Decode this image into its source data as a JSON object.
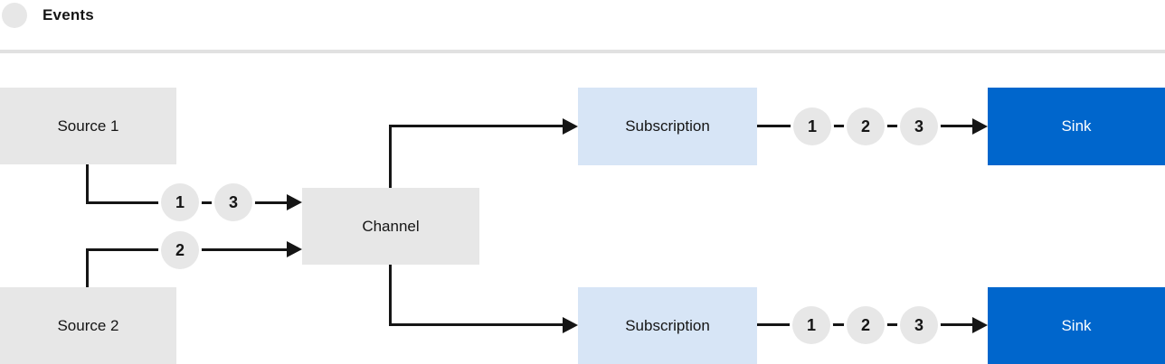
{
  "legend": {
    "label": "Events"
  },
  "nodes": {
    "source1": {
      "label": "Source 1",
      "fill": "#e7e7e7"
    },
    "source2": {
      "label": "Source 2",
      "fill": "#e7e7e7"
    },
    "channel": {
      "label": "Channel",
      "fill": "#e7e7e7"
    },
    "subscription_top": {
      "label": "Subscription",
      "fill": "#d7e5f6"
    },
    "subscription_bottom": {
      "label": "Subscription",
      "fill": "#d7e5f6"
    },
    "sink_top": {
      "label": "Sink",
      "fill": "#0066cc"
    },
    "sink_bottom": {
      "label": "Sink",
      "fill": "#0066cc"
    }
  },
  "events": {
    "source1_to_channel": [
      "1",
      "3"
    ],
    "source2_to_channel": [
      "2"
    ],
    "subscription_top_to_sink": [
      "1",
      "2",
      "3"
    ],
    "subscription_bottom_to_sink": [
      "1",
      "2",
      "3"
    ]
  },
  "colors": {
    "box_gray": "#e7e7e7",
    "subscription_blue": "#d7e5f6",
    "sink_blue": "#0066cc",
    "line": "#151515",
    "text": "#151515",
    "divider": "#e1e1e1",
    "background": "#ffffff"
  }
}
